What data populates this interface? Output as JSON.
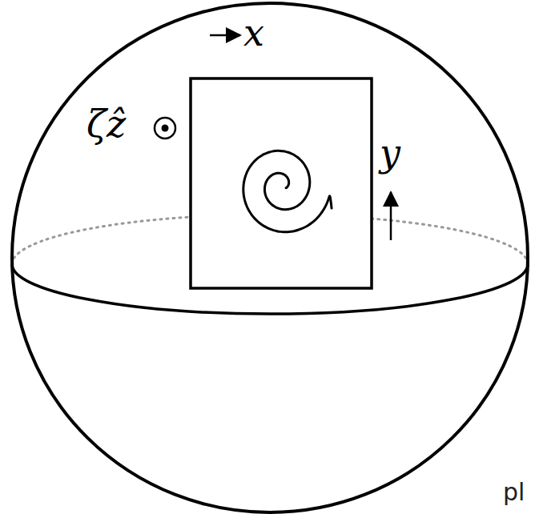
{
  "diagram": {
    "labels": [
      "x",
      "y",
      "ζẑ",
      "pl"
    ]
  }
}
